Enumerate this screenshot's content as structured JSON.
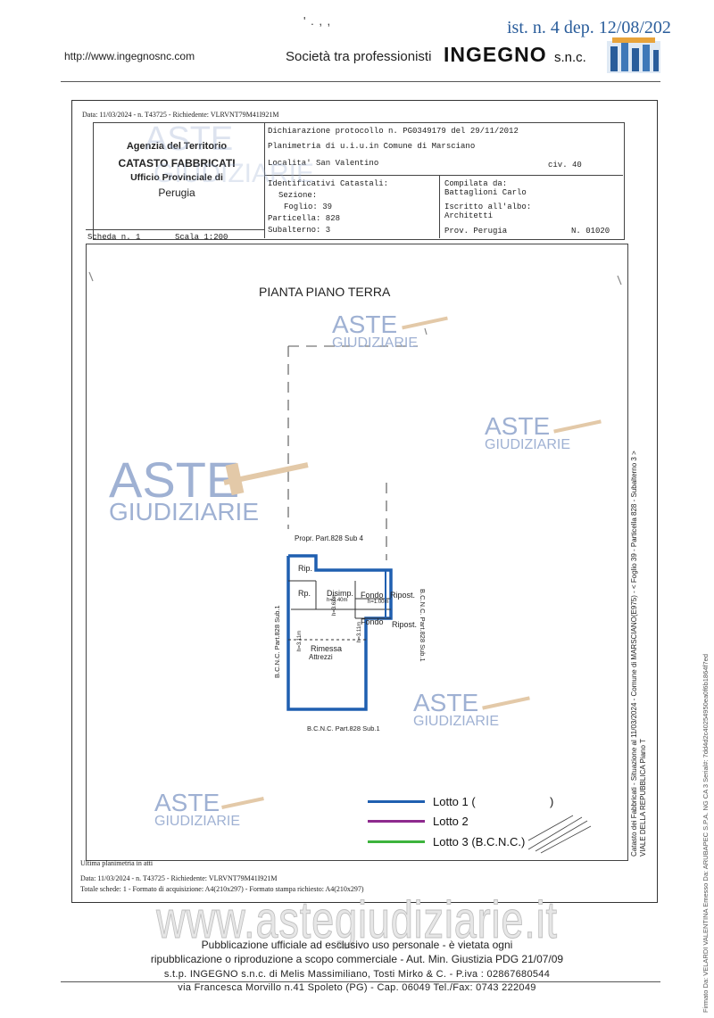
{
  "top_cut": {
    "left_text": "' . ,  ,",
    "right_text": "ist. n. 4 dep. 12/08/202"
  },
  "header": {
    "url": "http://www.ingegnosnc.com",
    "society": "Società tra professionisti",
    "brand": "INGEGNO",
    "brand_suffix": "s.n.c."
  },
  "document": {
    "top_meta": "Data: 11/03/2024 - n. T43725 - Richiedente: VLRVNT79M41I921M",
    "agency": {
      "line1": "Agenzia del Territorio",
      "line2": "CATASTO FABBRICATI",
      "line3": "Ufficio Provinciale di",
      "line4": "Perugia"
    },
    "declaration": "Dichiarazione protocollo n. PG0349179 del  29/11/2012",
    "plan_line": "Planimetria di u.i.u.in Comune di Marsciano",
    "locality": "Localita' San Valentino",
    "civ": "civ. 40",
    "identifiers": {
      "title": "Identificativi Catastali:",
      "sezione": "Sezione:",
      "foglio": "Foglio: 39",
      "particella": "Particella: 828",
      "subalterno": "Subalterno: 3"
    },
    "compiled": {
      "title": "Compilata da:",
      "name": "Battaglioni Carlo",
      "albo_title": "Iscritto all'albo:",
      "albo": "Architetti",
      "prov": "Prov. Perugia",
      "number": "N. 01020"
    },
    "scheda": "Scheda n. 1",
    "scala": "Scala 1:200",
    "plan_title": "PIANTA PIANO TERRA",
    "labels": {
      "propr": "Propr. Part.828 Sub 4",
      "bcnc_left": "B.C.N.C. Part.828 Sub.1",
      "bcnc_right": "B.C.N.C. Part.828 Sub.1",
      "bcnc_bottom": "B.C.N.C. Part.828 Sub.1",
      "rip_top": "Rip.",
      "rip": "Rp.",
      "disimp": "Disimp.",
      "disimp_h": "h=2.40m",
      "fondo1": "Fondo",
      "ripost1": "Ripost.",
      "ripost_h": "h=1.00m",
      "fondo2": "Fondo",
      "ripost2": "Ripost.",
      "rimessa": "Rimessa",
      "attrezzi": "Attrezzi",
      "h_left": "h=3.11m",
      "h_mid": "h=3.63m",
      "h_right": "h=3.11m"
    },
    "legend": {
      "lotto1": "Lotto 1 (",
      "lotto1_end": ")",
      "lotto2": "Lotto 2",
      "lotto3": "Lotto 3 (B.C.N.C.)"
    },
    "ultima": "Ultima planimetria in atti",
    "bottom_meta1": "Data: 11/03/2024 - n. T43725 - Richiedente: VLRVNT79M41I921M",
    "bottom_meta2": "Totale schede: 1 - Formato di acquisizione: A4(210x297) - Formato stampa richiesto: A4(210x297)",
    "side_text1": "Catasto dei Fabbricati - Situazione al 11/03/2024 - Comune di MARSCIANO(E975) - < Foglio 39 - Particella 828 - Subalterno 3 >",
    "side_text2": "VIALE DELLA REPUBBLICA Piano T"
  },
  "watermark": {
    "aste": "ASTE",
    "giudiziarie": "GIUDIZIARIE",
    "site": "www.astegiudiziarie.it"
  },
  "footer": {
    "line1": "Pubblicazione ufficiale ad esclusivo uso personale - è vietata ogni",
    "line2": "ripubblicazione o riproduzione a scopo commerciale - Aut. Min. Giustizia PDG 21/07/09",
    "line3": "s.t.p. INGEGNO s.n.c. di Melis Massimiliano, Tosti Mirko & C. - P.iva : 02867680544",
    "line4": "via Francesca Morvillo n.41 Spoleto (PG) - Cap. 06049   Tel./Fax: 0743 222049"
  },
  "edge_text": "Firmato Da: VELARDI VALENTINA Emesso Da: ARUBAPEC S.P.A. NG CA 3 Serial#: 7dd4d2c40254950ea0f6b1864f7ed",
  "colors": {
    "lotto1": "#1f5fb0",
    "lotto2": "#8e2a8e",
    "lotto3": "#3db33d",
    "watermark_blue": "#9fb1d3",
    "brand_blue": "#2a5d9b"
  }
}
